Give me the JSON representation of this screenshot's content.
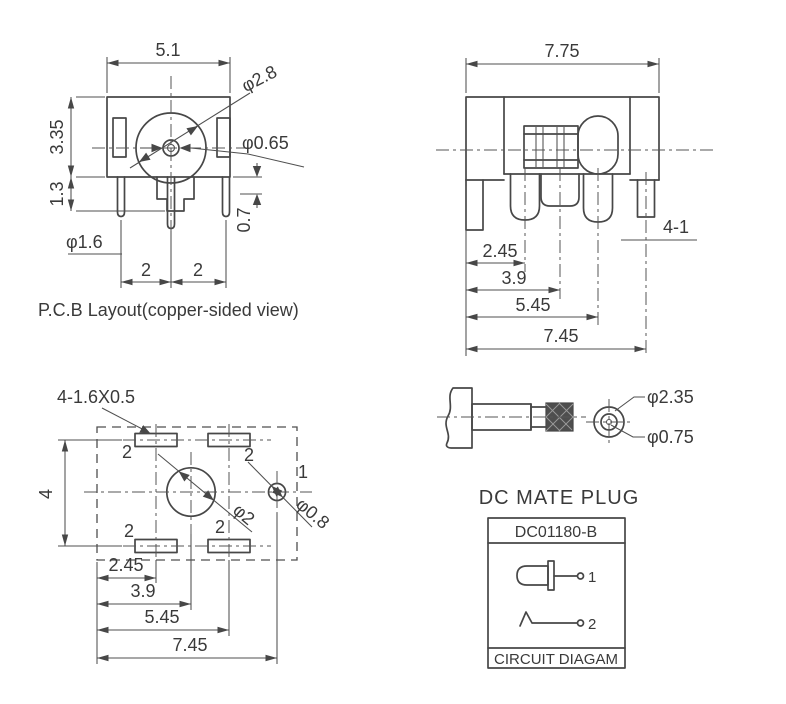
{
  "drawing": {
    "colors": {
      "line": "#474747",
      "text": "#3a3a3a",
      "knurl_fill": "#4e4e4e"
    },
    "front": {
      "caption": "P.C.B Layout(copper-sided view)",
      "w": "5.1",
      "h": "3.35",
      "step": "1.3",
      "barrel": "φ2.8",
      "pin": "φ0.65",
      "leg": "φ1.6",
      "leglen": "0.7",
      "p1": "2",
      "p2": "2"
    },
    "side": {
      "w": "7.75",
      "d1": "2.45",
      "d2": "3.9",
      "d3": "5.45",
      "d4": "7.45",
      "legs": "4-1"
    },
    "pcb": {
      "note": "4-1.6X0.5",
      "h": "4",
      "pads": [
        "2",
        "2",
        "2",
        "2"
      ],
      "hole": "φ2",
      "pin_no": "1",
      "pin_hole": "φ0.8",
      "d1": "2.45",
      "d2": "3.9",
      "d3": "5.45",
      "d4": "7.45"
    },
    "plug": {
      "title": "DC MATE PLUG",
      "outer": "φ2.35",
      "inner": "φ0.75",
      "model": "DC01180-B",
      "t1": "1",
      "t2": "2",
      "caption": "CIRCUIT DIAGAM"
    }
  }
}
